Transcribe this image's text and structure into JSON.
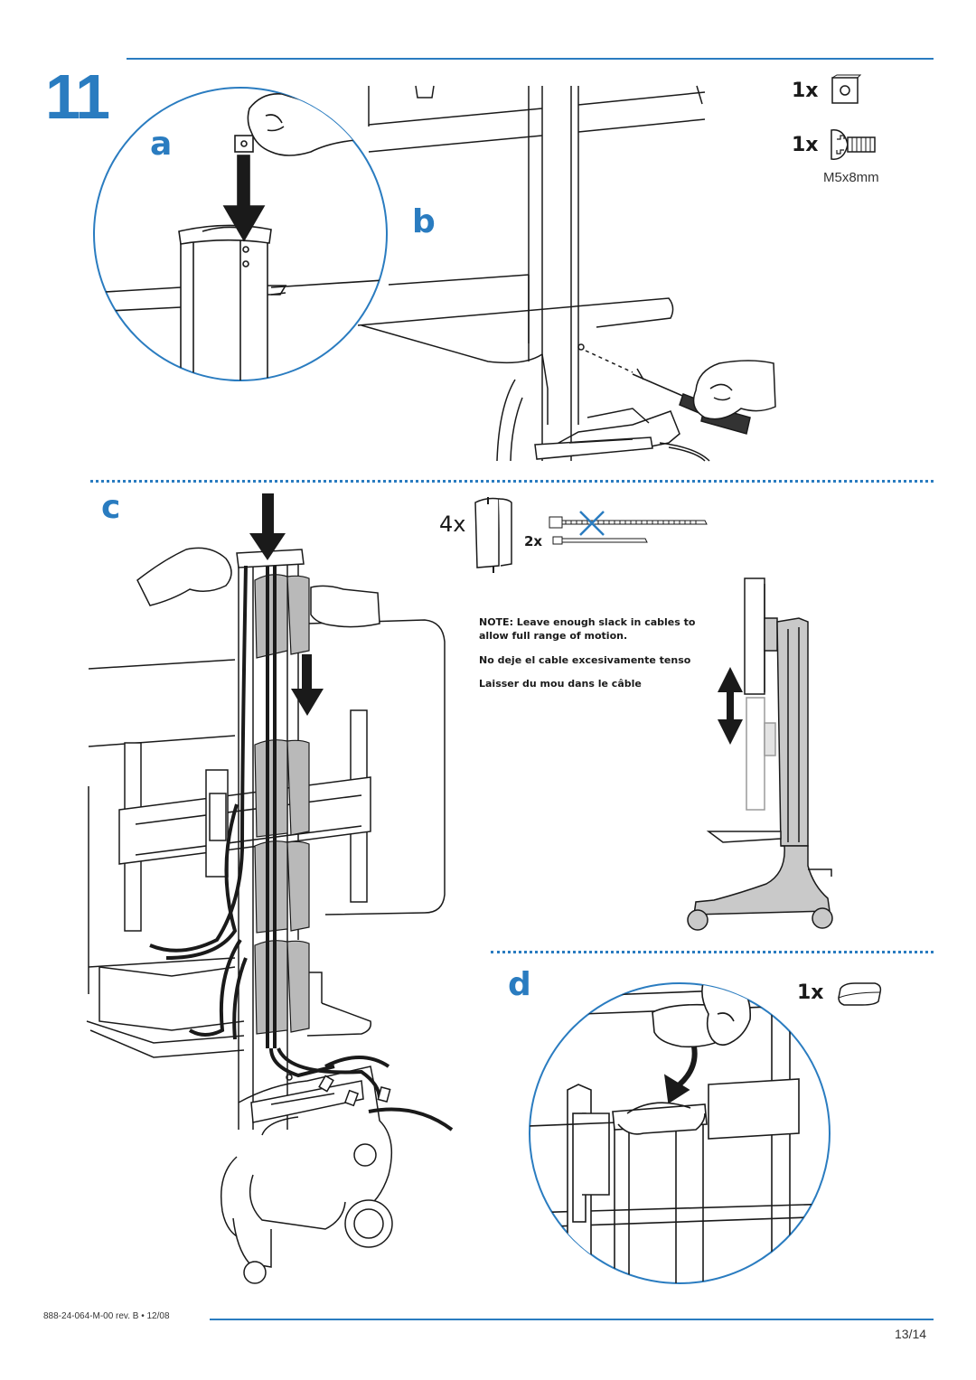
{
  "header": {
    "step_number": "11"
  },
  "steps": {
    "a": {
      "letter": "a"
    },
    "b": {
      "letter": "b",
      "parts": [
        {
          "qty": "1x",
          "icon": "square-nut-icon"
        },
        {
          "qty": "1x",
          "icon": "screw-icon",
          "spec": "M5x8mm"
        }
      ]
    },
    "c": {
      "letter": "c",
      "parts": [
        {
          "qty": "4x",
          "icon": "cable-cover-icon"
        },
        {
          "qty": "2x",
          "icon": "cable-tie-icon"
        }
      ],
      "notes": [
        "NOTE: Leave enough slack in cables to allow full range of motion.",
        "No deje el cable excesivamente tenso",
        "Laisser du mou dans le câble"
      ]
    },
    "d": {
      "letter": "d",
      "parts": [
        {
          "qty": "1x",
          "icon": "end-cap-icon"
        }
      ]
    }
  },
  "footer": {
    "doc_code": "888-24-064-M-00 rev. B • 12/08",
    "page": "13/14"
  },
  "colors": {
    "accent": "#2a7cc0",
    "line_art": "#1a1a1a",
    "cover_fill": "#b9b9b9"
  }
}
